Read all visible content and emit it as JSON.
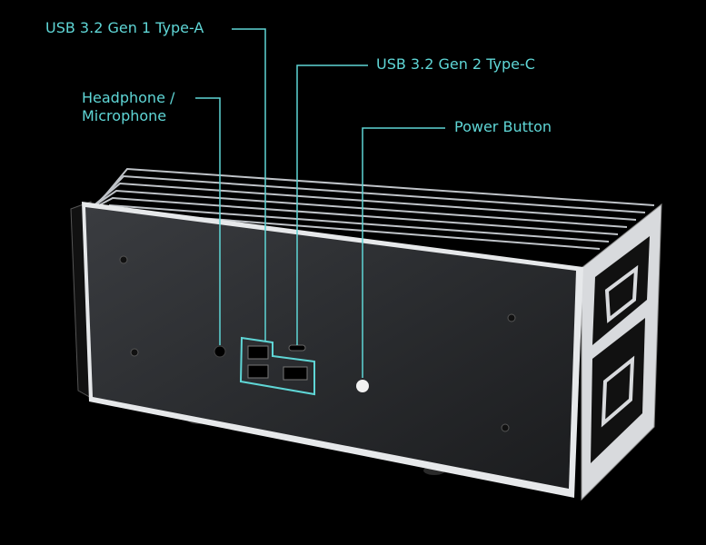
{
  "labels": {
    "usb_a": "USB 3.2 Gen 1 Type-A",
    "usb_c": "USB 3.2 Gen 2 Type-C",
    "audio_line1": "Headphone /",
    "audio_line2": "Microphone",
    "power": "Power Button"
  },
  "colors": {
    "accent": "#5fd6d6",
    "background": "#000000"
  }
}
